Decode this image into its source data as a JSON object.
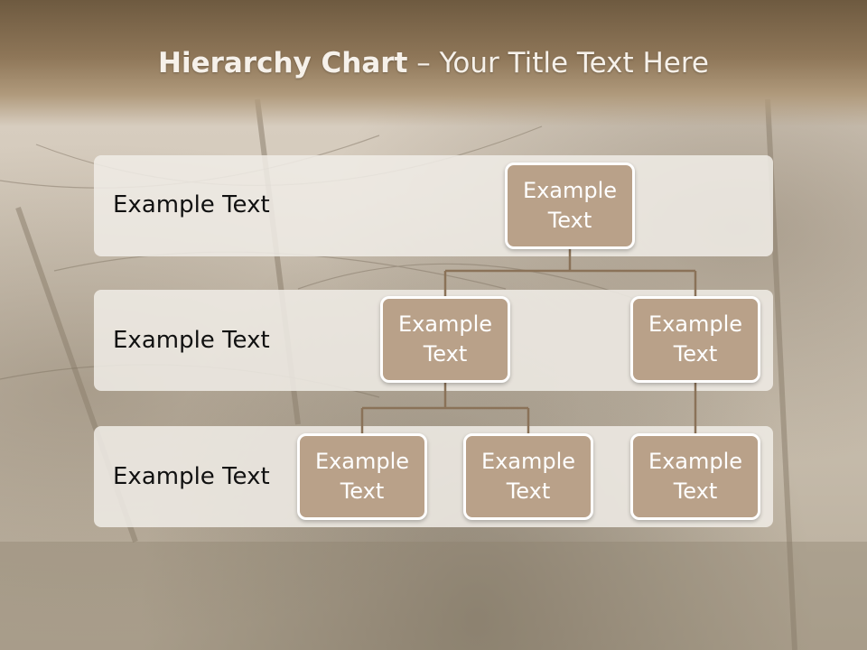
{
  "title": {
    "bold": "Hierarchy Chart",
    "rest": " – Your Title Text Here"
  },
  "levels": [
    {
      "label": "Example Text"
    },
    {
      "label": "Example Text"
    },
    {
      "label": "Example Text"
    }
  ],
  "nodes": {
    "root": {
      "line1": "Example",
      "line2": "Text"
    },
    "l2_left": {
      "line1": "Example",
      "line2": "Text"
    },
    "l2_right": {
      "line1": "Example",
      "line2": "Text"
    },
    "l3_a": {
      "line1": "Example",
      "line2": "Text"
    },
    "l3_b": {
      "line1": "Example",
      "line2": "Text"
    },
    "l3_c": {
      "line1": "Example",
      "line2": "Text"
    }
  },
  "colors": {
    "title_bar": "#8e7658",
    "node_fill": "#b9a189",
    "connector": "#8a7258",
    "band": "#f0ece6"
  }
}
